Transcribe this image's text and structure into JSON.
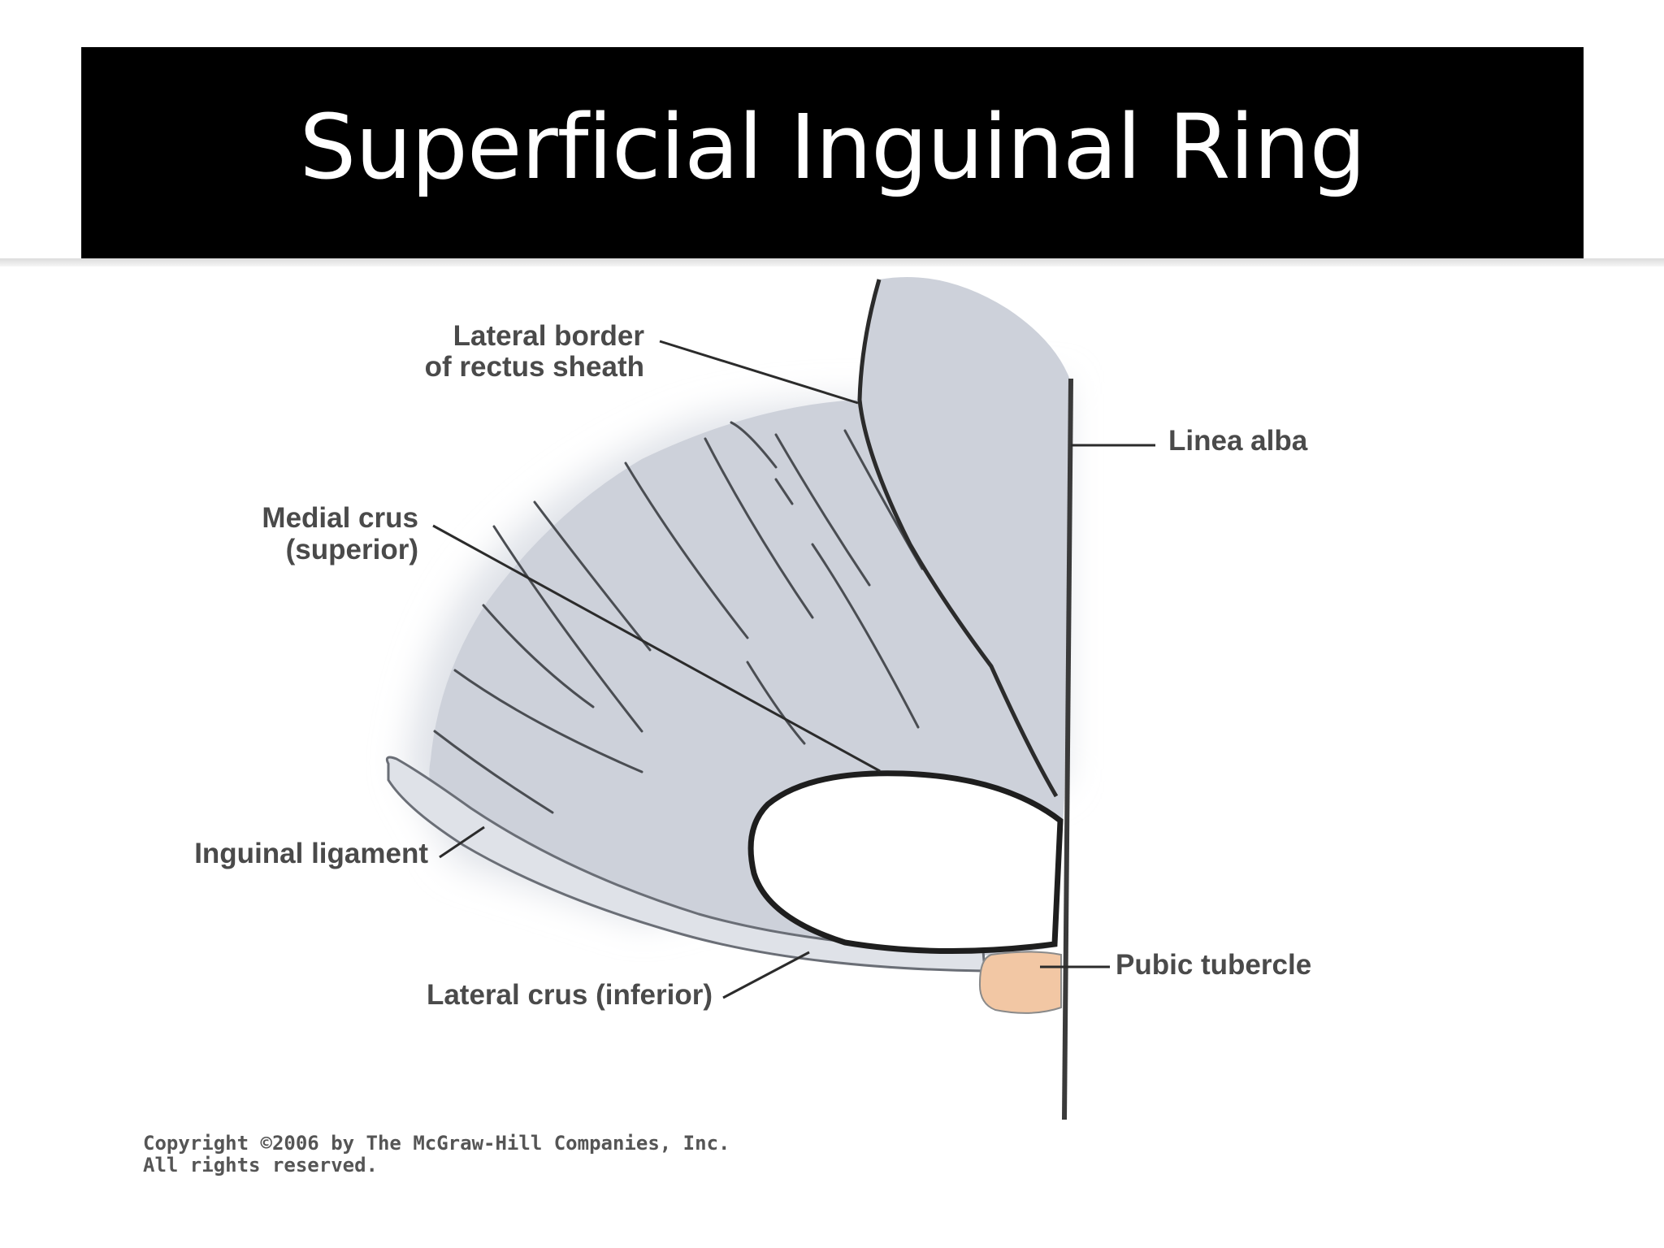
{
  "slide": {
    "title": "Superficial Inguinal Ring"
  },
  "diagram": {
    "labels": {
      "lateral_border_line1": "Lateral border",
      "lateral_border_line2": "of rectus sheath",
      "linea_alba": "Linea alba",
      "medial_crus_line1": "Medial crus",
      "medial_crus_line2": "(superior)",
      "inguinal_ligament": "Inguinal ligament",
      "pubic_tubercle": "Pubic tubercle",
      "lateral_crus": "Lateral crus (inferior)"
    },
    "copyright_line1": "Copyright ©2006 by The McGraw-Hill Companies, Inc.",
    "copyright_line2": "All rights reserved."
  },
  "colors": {
    "title_background": "#000000",
    "title_text": "#ffffff",
    "aponeurosis_fill": "#ccd0d9",
    "pubic_tubercle_fill": "#f2c7a4",
    "outline": "#2b2b2b"
  }
}
